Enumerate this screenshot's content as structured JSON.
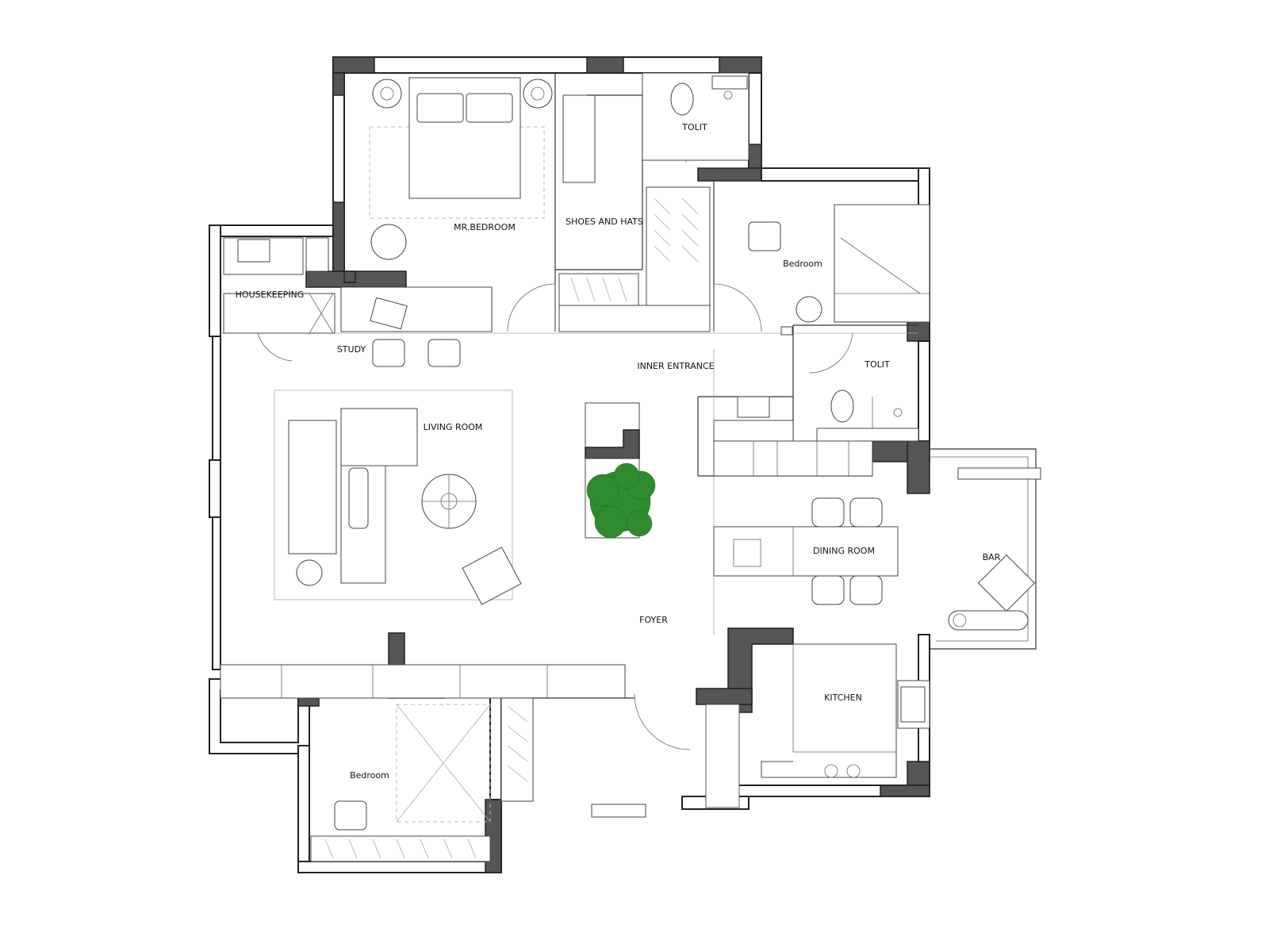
{
  "plan": {
    "rooms": {
      "mr_bedroom": "MR.BEDROOM",
      "shoes_and_hats": "SHOES AND HATS",
      "tolit_top": "TOLIT",
      "bedroom_right": "Bedroom",
      "housekeeping": "HOUSEKEEPING",
      "study": "STUDY",
      "inner_entrance": "INNER ENTRANCE",
      "tolit_middle": "TOLIT",
      "living_room": "LIVING ROOM",
      "dining_room": "DINING ROOM",
      "bar": "BAR",
      "foyer": "FOYER",
      "kitchen": "KITCHEN",
      "bedroom_bottom": "Bedroom"
    },
    "colors": {
      "wall_fill": "#555555",
      "outline": "#222222",
      "plant": "#2e8b2e"
    },
    "icons": [
      "plant-icon",
      "bed-icon",
      "chair-icon",
      "sofa-icon",
      "round-table-icon",
      "toilet-icon",
      "stove-icon",
      "sink-icon"
    ]
  }
}
